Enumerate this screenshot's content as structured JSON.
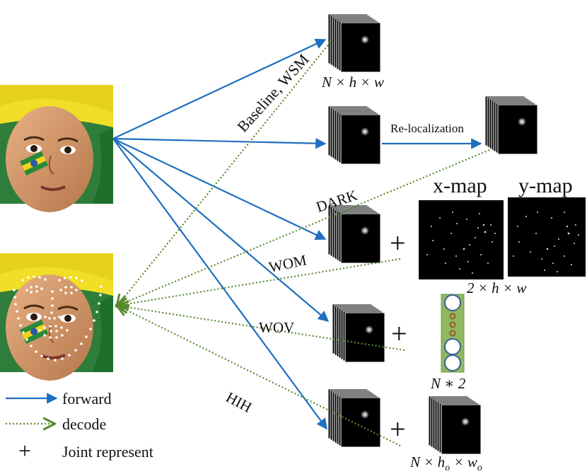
{
  "labels": {
    "baseline_wsm": "Baseline, WSM",
    "relocalization": "Re-localization",
    "dark": "DARK",
    "wom": "WOM",
    "wov": "WOV",
    "hih": "HIH",
    "xmap": "x-map",
    "ymap": "y-map",
    "plus": "+"
  },
  "dims": {
    "nhw_a": "N × h × w",
    "two_hw": "2 × h × w",
    "n_times_2": "N ∗ 2",
    "n_ho_wo": "N × h",
    "sub_o": "o",
    "times_w": " × w"
  },
  "legend": {
    "forward": "forward",
    "decode": "decode",
    "joint": "Joint represent"
  },
  "colors": {
    "forward": "#1f6fc0",
    "decode": "#5a8a2e",
    "vector_fill": "#8fb861",
    "vector_ring": "#3a5f9a",
    "vector_small": "#9b5a2a"
  }
}
